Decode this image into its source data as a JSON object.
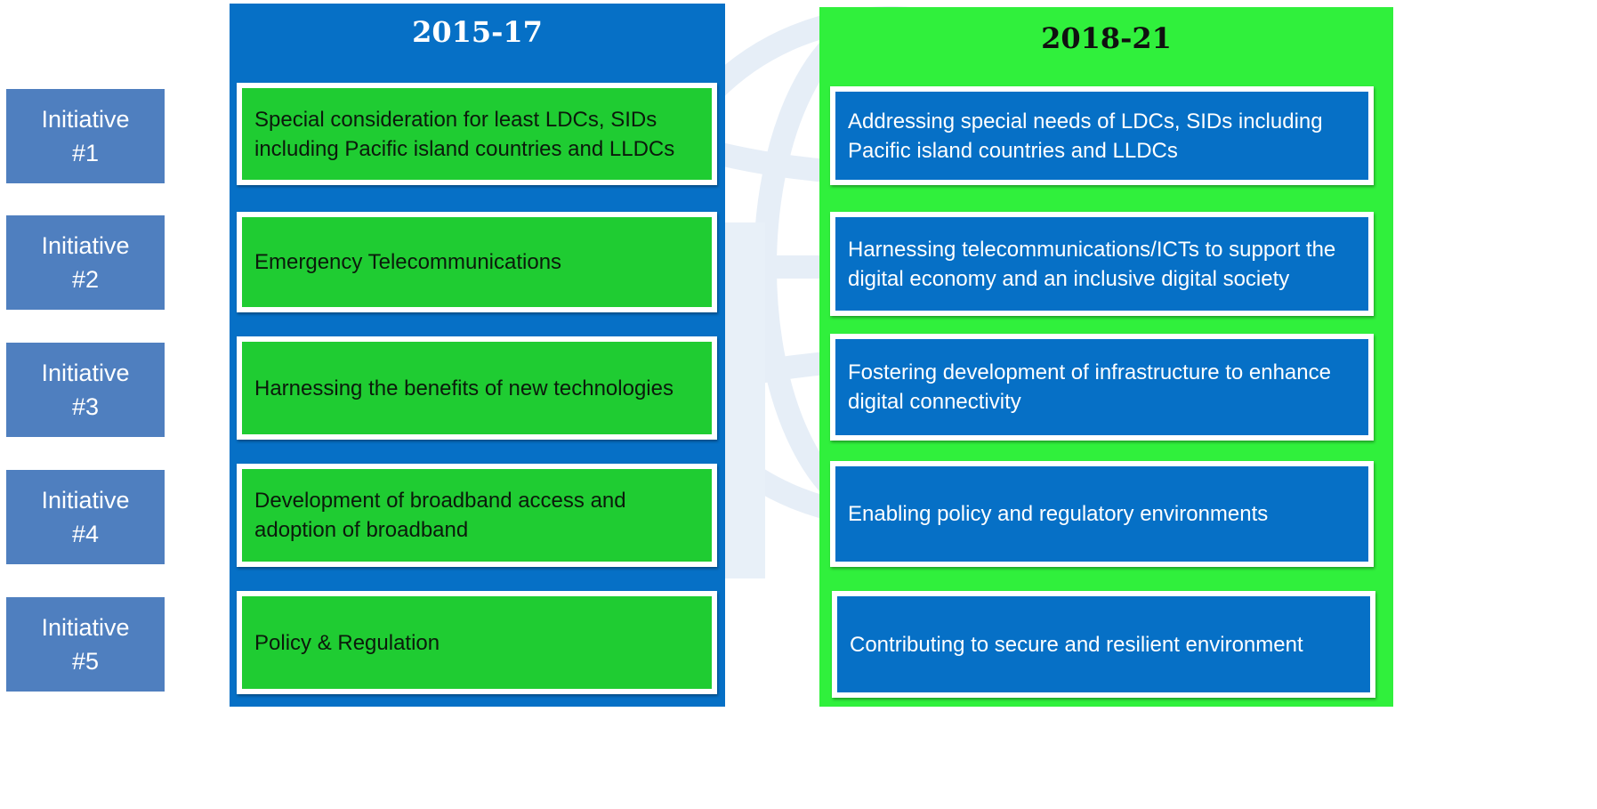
{
  "initiatives": [
    {
      "word": "Initiative",
      "num": "#1"
    },
    {
      "word": "Initiative",
      "num": "#2"
    },
    {
      "word": "Initiative",
      "num": "#3"
    },
    {
      "word": "Initiative",
      "num": "#4"
    },
    {
      "word": "Initiative",
      "num": "#5"
    }
  ],
  "left_column": {
    "title": "2015-17",
    "color": "#0670c6",
    "card_color": "#1fcc32",
    "items": [
      "Special consideration for least LDCs, SIDs including Pacific island countries and LLDCs",
      "Emergency Telecommunications",
      "Harnessing the benefits of new technologies",
      "Development of broadband access and adoption of broadband",
      "Policy & Regulation"
    ]
  },
  "right_column": {
    "title": "2018-21",
    "color": "#30f03c",
    "card_color": "#0670c6",
    "items": [
      "Addressing special needs of LDCs, SIDs including Pacific island countries and LLDCs",
      "Harnessing telecommunications/ICTs to  support the digital economy and an inclusive digital society",
      "Fostering development of infrastructure to enhance digital connectivity",
      "Enabling policy and regulatory environments",
      "Contributing to secure and resilient environment"
    ]
  }
}
